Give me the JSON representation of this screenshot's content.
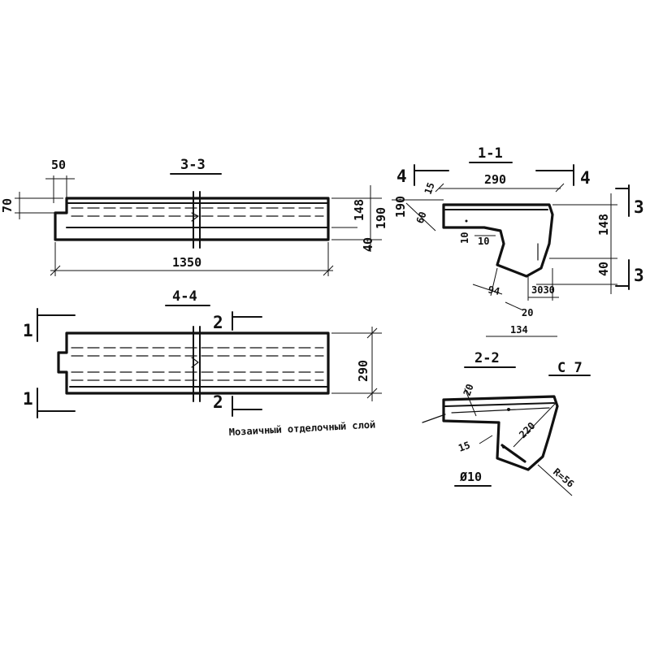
{
  "sections": {
    "s33": "3-3",
    "s11": "1-1",
    "s44": "4-4",
    "s22": "2-2"
  },
  "section_marks": {
    "four_left": "4",
    "four_right": "4",
    "three_top": "3",
    "three_bottom": "3",
    "one_top": "1",
    "one_bottom": "1",
    "two_top": "2",
    "two_bottom": "2"
  },
  "dimensions": {
    "d50": "50",
    "d70": "70",
    "d1350": "1350",
    "d148_a": "148",
    "d190_a": "190",
    "d40": "40",
    "d190_b": "190",
    "d60": "60",
    "d15": "15",
    "d290_a": "290",
    "d148_b": "148",
    "d40_b": "40",
    "d10_a": "10",
    "d10_b": "10",
    "d94": "94",
    "d30_30": "3030",
    "d20": "20",
    "d134": "134",
    "d290_b": "290",
    "d20_b": "20",
    "d220": "220",
    "d15_b": "15",
    "dR56": "R=56"
  },
  "labels": {
    "c7": "С 7",
    "d10_rebar": "Ø10",
    "mosaic": "Мозаичный отделочный слой"
  }
}
